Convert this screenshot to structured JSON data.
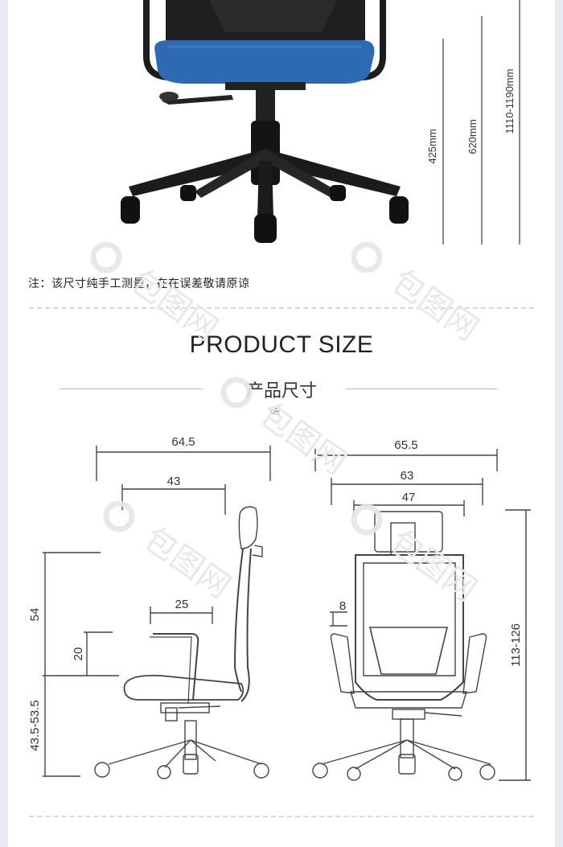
{
  "hero": {
    "dim_labels": [
      "425mm",
      "620mm",
      "1110-1190mm"
    ],
    "note": "注：该尺寸纯手工测量，在在误差敬请原谅"
  },
  "section": {
    "title": "PRODUCT SIZE",
    "subtitle": "产品尺寸",
    "chevron": "≋"
  },
  "side_view": {
    "width_overall": "64.5",
    "width_seat": "43",
    "armrest_width": "25",
    "back_height": "54",
    "armrest_height": "20",
    "seat_height": "43.5-53.5"
  },
  "front_view": {
    "width_overall": "65.5",
    "width_arm": "63",
    "headrest_width": "47",
    "armrest_gap": "8",
    "total_height": "113-126"
  },
  "watermark": {
    "text": "包图网",
    "color": "#e6e6e6"
  },
  "colors": {
    "seat_blue": "#2d6ab3",
    "frame_black": "#1c1c1c",
    "line": "#444444",
    "side_band": "#e9ebf3"
  }
}
